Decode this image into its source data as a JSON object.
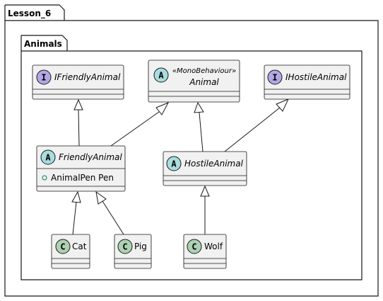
{
  "packages": {
    "outer": {
      "name": "Lesson_6"
    },
    "inner": {
      "name": "Animals"
    }
  },
  "colors": {
    "box_fill": "#F1F1F1",
    "box_stroke": "#181818",
    "interface_circle": "#B4A7E5",
    "abstract_circle": "#A9DCDF",
    "class_circle": "#ADD1B2",
    "visibility_public": "#038048"
  },
  "classes": {
    "ifriendly": {
      "glyph": "I",
      "kind": "interface",
      "name": "IFriendlyAnimal"
    },
    "animal": {
      "glyph": "A",
      "kind": "abstract",
      "stereotype": "«MonoBehaviour»",
      "name": "Animal"
    },
    "ihostile": {
      "glyph": "I",
      "kind": "interface",
      "name": "IHostileAnimal"
    },
    "friendly": {
      "glyph": "A",
      "kind": "abstract",
      "name": "FriendlyAnimal",
      "attributes": [
        "AnimalPen Pen"
      ]
    },
    "hostile": {
      "glyph": "A",
      "kind": "abstract",
      "name": "HostileAnimal"
    },
    "cat": {
      "glyph": "C",
      "kind": "class",
      "name": "Cat"
    },
    "pig": {
      "glyph": "C",
      "kind": "class",
      "name": "Pig"
    },
    "wolf": {
      "glyph": "C",
      "kind": "class",
      "name": "Wolf"
    }
  },
  "relations": [
    {
      "from": "friendly",
      "to": "ifriendly",
      "type": "realization"
    },
    {
      "from": "friendly",
      "to": "animal",
      "type": "inheritance"
    },
    {
      "from": "hostile",
      "to": "animal",
      "type": "inheritance"
    },
    {
      "from": "hostile",
      "to": "ihostile",
      "type": "realization"
    },
    {
      "from": "cat",
      "to": "friendly",
      "type": "inheritance"
    },
    {
      "from": "pig",
      "to": "friendly",
      "type": "inheritance"
    },
    {
      "from": "wolf",
      "to": "hostile",
      "type": "inheritance"
    }
  ]
}
